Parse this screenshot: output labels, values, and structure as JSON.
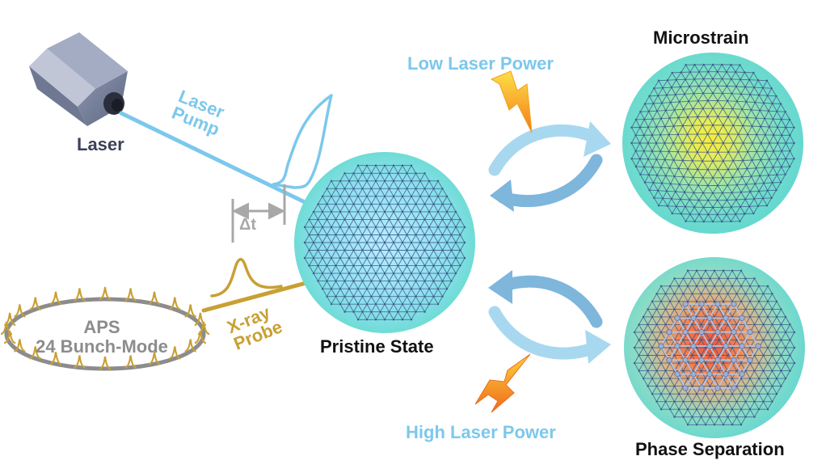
{
  "labels": {
    "laser": "Laser",
    "laser_pump_line1": "Laser",
    "laser_pump_line2": "Pump",
    "delta_t": "Δt",
    "aps_line1": "APS",
    "aps_line2": "24 Bunch-Mode",
    "xray_line1": "X-ray",
    "xray_line2": "Probe",
    "pristine_state": "Pristine State",
    "microstrain": "Microstrain",
    "phase_separation": "Phase Separation",
    "low_laser_power": "Low Laser Power",
    "high_laser_power": "High Laser Power"
  },
  "colors": {
    "laser_pump": "#7cc8ec",
    "xray_probe": "#c8a033",
    "ring": "#8c8c8c",
    "delta_t": "#a8a8a8",
    "arrows": "#8fc4e6",
    "glow": "#7de6e0",
    "lattice": "#3d5a8c"
  },
  "icons": [
    "laser-source-icon",
    "lightning-bolt-icon",
    "cycle-arrows-icon",
    "lattice-sphere-icon"
  ]
}
